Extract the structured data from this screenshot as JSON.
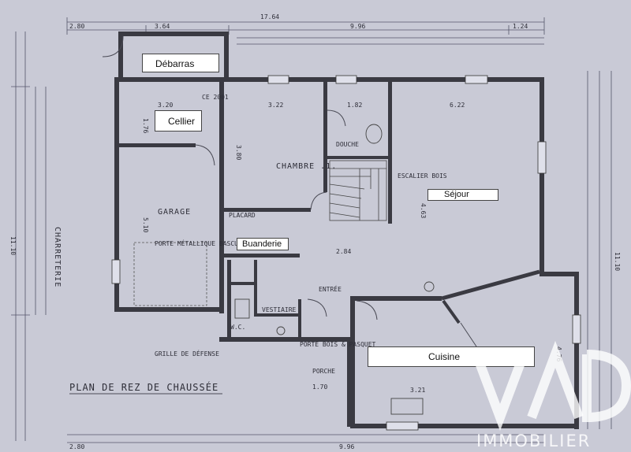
{
  "rooms": {
    "debarras": "Débarras",
    "cellier": "Cellier",
    "sejour": "Séjour",
    "buanderie": "Buanderie",
    "cuisine": "Cuisine"
  },
  "handwritten": {
    "title": "PLAN DE REZ DE CHAUSSÉE",
    "garage": "GARAGE",
    "chambre": "CHAMBRE .1.",
    "douche": "DOUCHE",
    "charreterie": "CHARRETERIE",
    "entree": "ENTRÉE",
    "vestiaire": "VESTIAIRE",
    "wc": "W.C.",
    "porche": "PORCHE",
    "escalier": "ESCALIER BOIS",
    "porte_garage": "PORTE MÉTALLIQUE BASCULANTE",
    "grille": "GRILLE DE DÉFENSE",
    "porte_bois": "PORTE BOIS & PASQUET",
    "placard": "PLACARD",
    "ce": "CE 2001"
  },
  "dimensions": {
    "top_total": "17.64",
    "top_a": "2.80",
    "top_b": "3.64",
    "top_c": "9.96",
    "top_d": "1.24",
    "garage_w": "3.20",
    "chambre_w": "3.22",
    "sdb_w": "1.82",
    "sejour_w": "6.22",
    "left_height": "11.10",
    "right_height": "11.10",
    "garage_h": "5.10",
    "chambre_h": "3.80",
    "cellier_h": "1.76",
    "entree_w": "2.84",
    "sejour_h": "4.63",
    "cuisine_w": "3.21",
    "porche_w": "1.70",
    "cuisine_h": "4.76",
    "bottom_a": "2.80",
    "bottom_b": "9.96"
  },
  "watermark": {
    "brand": "IMMOBILIER"
  },
  "colors": {
    "paper": "#c9cad6",
    "wall": "#3a3a42",
    "label_bg": "#ffffff"
  }
}
